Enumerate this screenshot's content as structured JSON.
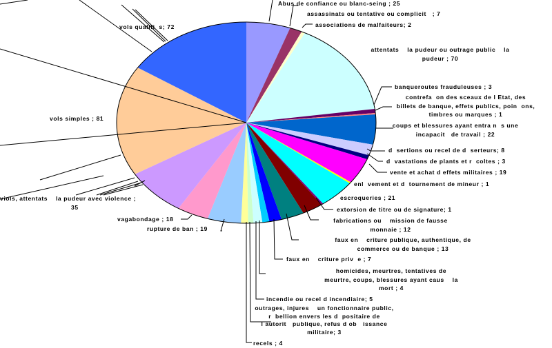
{
  "chart_data": {
    "type": "pie",
    "title": "",
    "categories": [
      "Abus de confiance ou blanc-seing",
      "assassinats ou tentative ou complicit",
      "associations de malfaiteurs",
      "attentats   la pudeur ou outrage public   la pudeur",
      "banqueroutes frauduleuses",
      "contrefa on des sceaux de l Etat, des billets de banque, effets publics, poin ons, timbres ou marques",
      "coups et blessures ayant entra n s une incapacit  de travail",
      "d sertions ou recel de d serteurs",
      "d vastations de plants et r coltes",
      "vente et achat d effets militaires",
      "enl vement et d tournement de mineur",
      "escroqueries",
      "extorsion de titre ou de signature",
      "fabrications ou  mission de fausse monnaie",
      "faux en  criture publique, authentique, de commerce ou de banque",
      "faux en  criture priv e",
      "homicides, meurtres, tentatives de meurtre, coups, blessures ayant caus  la mort",
      "incendie ou recel d incendiaire",
      "outrages, injures  un fonctionnaire public, r bellion envers les d positaire de l autorit  publique, refus d ob issance militaire",
      "recels",
      "rupture de ban",
      "vagabondage",
      "viols, attentats  la pudeur avec violence",
      "vols simples",
      "vols qualifi s"
    ],
    "values": [
      25,
      7,
      2,
      70,
      3,
      1,
      22,
      8,
      3,
      19,
      1,
      21,
      1,
      12,
      13,
      7,
      4,
      5,
      3,
      4,
      19,
      18,
      35,
      81,
      72
    ],
    "colors": [
      "#9999FF",
      "#993366",
      "#FFFFCC",
      "#CCFFFF",
      "#660066",
      "#FF8080",
      "#0066CC",
      "#CCCCFF",
      "#000080",
      "#FF00FF",
      "#FFFF00",
      "#00FFFF",
      "#800080",
      "#800000",
      "#008080",
      "#0000FF",
      "#00CCFF",
      "#CCFFFF",
      "#CCFFCC",
      "#FFFF99",
      "#99CCFF",
      "#FF99CC",
      "#CC99FF",
      "#FFCC99",
      "#3366FF"
    ],
    "legend": "none",
    "data_labels": [
      "Abus de confiance ou blanc-seing ; 25",
      "assassinats ou tentative ou complicit   ; 7",
      "associations de malfaiteurs; 2",
      "attentats    la pudeur ou outrage public    la",
      "pudeur ; 70",
      "banqueroutes frauduleuses ; 3",
      "contrefa  on des sceaux de l Etat, des",
      "billets de banque, effets publics, poin  ons,",
      "timbres ou marques ; 1",
      "coups et blessures ayant entra n  s une",
      "incapacit   de travail ; 22",
      "d  sertions ou recel de d  serteurs; 8",
      "d  vastations de plants et r  coltes ; 3",
      "vente et achat d effets militaires ; 19",
      "enl  vement et d  tournement de mineur ; 1",
      "escroqueries ; 21",
      "extorsion de titre ou de signature; 1",
      "fabrications ou    mission de fausse",
      "monnaie ; 12",
      "faux en    criture publique, authentique, de",
      "commerce ou de banque ; 13",
      "faux en    criture priv  e ; 7",
      "homicides, meurtres, tentatives de",
      "meurtre, coups, blessures ayant caus    la",
      "mort ; 4",
      "incendie ou recel d incendiaire; 5",
      "outrages, injures    un fonctionnaire public,",
      "r  bellion envers les d  positaire de",
      "l autorit   publique, refus d ob   issance",
      "militaire; 3",
      "recels ; 4",
      "rupture de ban ; 19",
      "vagabondage ; 18",
      "viols, attentats    la pudeur avec violence ;",
      "35",
      "vols simples ; 81",
      "vols qualifi  s; 72"
    ]
  }
}
